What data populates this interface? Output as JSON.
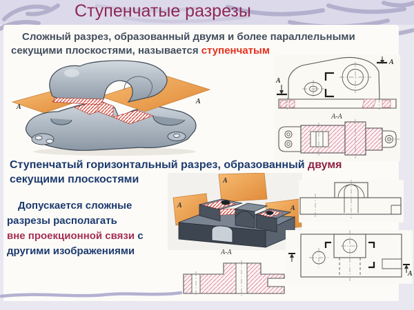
{
  "slide": {
    "title": "Ступенчатые разрезы",
    "para1": {
      "line1": "Сложный разрез, образованный двумя и более параллельными",
      "line2_plain": "секущими плоскостями, называется ",
      "line2_red": "ступенчатым"
    },
    "heading2": {
      "line1_blue": "Ступенчатый горизонтальный разрез, образованный ",
      "line1_red": "двумя",
      "line2": "секущими плоскостями"
    },
    "para3": {
      "line1": "Допускается сложные",
      "line2": "разрезы располагать",
      "line3_red": "вне проекционной связи",
      "line3_blue": " с",
      "line4": "другими изображениями"
    },
    "labels": {
      "plane": "A",
      "section": "А-А"
    },
    "colors": {
      "title": "#8e2857",
      "body_text": "#434e5d",
      "accent_red": "#e5301b",
      "blue": "#1c3a6e",
      "maroon": "#8e2044",
      "crimson": "#a52f55",
      "plane_orange": "#eda14f",
      "hatch_red": "#cc3b33",
      "hatch_pink": "#d98aa0"
    }
  }
}
